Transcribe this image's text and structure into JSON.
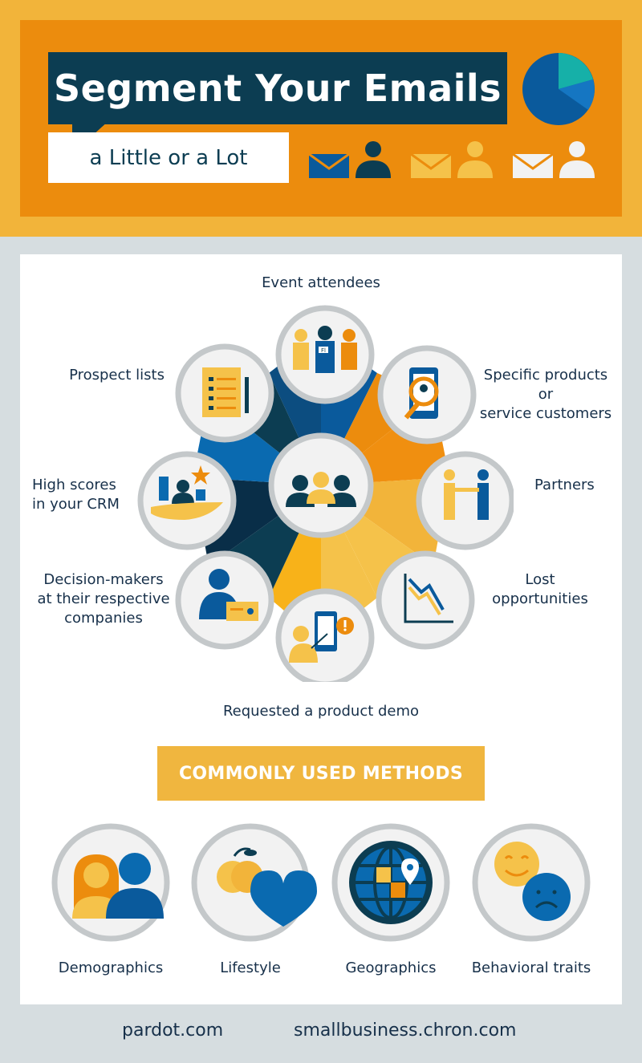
{
  "header": {
    "title": "Segment Your Emails",
    "subtitle": "a Little or a Lot"
  },
  "segments": {
    "event_attendees": "Event attendees",
    "prospect_lists": "Prospect lists",
    "specific_products_line1": "Specific products",
    "specific_products_line2": "or",
    "specific_products_line3": "service customers",
    "high_scores_line1": "High scores",
    "high_scores_line2": "in your CRM",
    "partners": "Partners",
    "decision_line1": "Decision-makers",
    "decision_line2": "at their respective",
    "decision_line3": "companies",
    "lost_line1": "Lost",
    "lost_line2": "opportunities",
    "demo": "Requested a product demo"
  },
  "badge_text": "Fl",
  "methods": {
    "banner": "COMMONLY USED METHODS",
    "items": [
      "Demographics",
      "Lifestyle",
      "Geographics",
      "Behavioral traits"
    ]
  },
  "footer": {
    "left": "pardot.com",
    "right": "smallbusiness.chron.com"
  },
  "colors": {
    "orange": "#ec8c0d",
    "gold": "#f2b43a",
    "navy": "#0c3d52",
    "blue": "#0a5a9c",
    "teal": "#16b0a8"
  }
}
